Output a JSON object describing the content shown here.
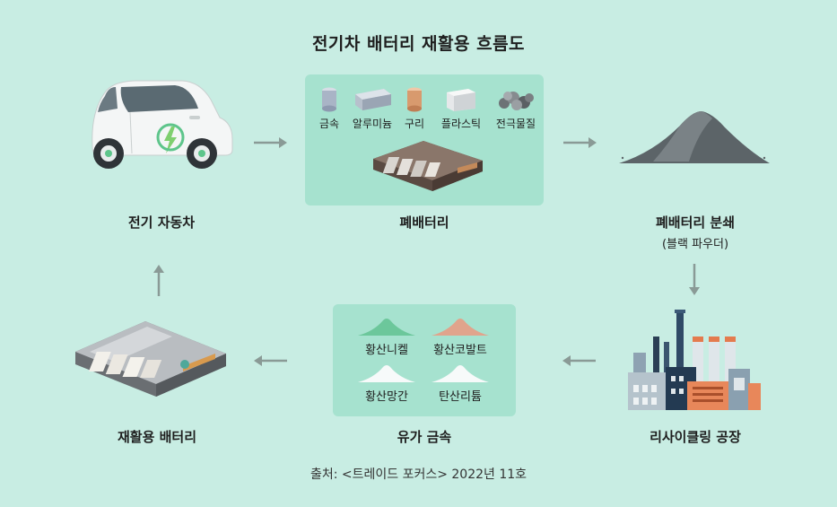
{
  "title": "전기차 배터리 재활용 흐름도",
  "nodes": {
    "ev": {
      "label": "전기 자동차"
    },
    "waste_battery": {
      "label": "폐배터리",
      "materials": [
        "금속",
        "알루미늄",
        "구리",
        "플라스틱",
        "전극물질"
      ]
    },
    "shredding": {
      "label": "폐배터리 분쇄",
      "sublabel": "(블랙 파우더)"
    },
    "recycling_plant": {
      "label": "리사이클링 공장"
    },
    "valuable_metals": {
      "label": "유가 금속",
      "items": [
        "황산니켈",
        "황산코발트",
        "황산망간",
        "탄산리튬"
      ]
    },
    "recycled_battery": {
      "label": "재활용 배터리"
    }
  },
  "source": "출처: <트레이드 포커스> 2022년 11호",
  "colors": {
    "background": "#c8ede3",
    "panel": "#a6e2cf",
    "arrow": "#8a9a96",
    "nickel": "#6cc79b",
    "cobalt": "#e0a48c"
  }
}
